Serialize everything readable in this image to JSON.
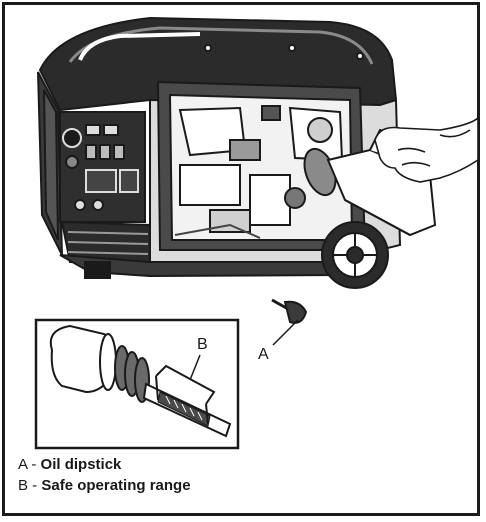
{
  "callouts": {
    "a": "A",
    "b": "B"
  },
  "legend": [
    {
      "key": "A",
      "sep": " - ",
      "text": "Oil dipstick"
    },
    {
      "key": "B",
      "sep": " - ",
      "text": "Safe operating range"
    }
  ],
  "colors": {
    "line": "#1a1a1a",
    "dark": "#2b2b2b",
    "mid": "#5a5a5a",
    "light": "#bdbdbd"
  }
}
